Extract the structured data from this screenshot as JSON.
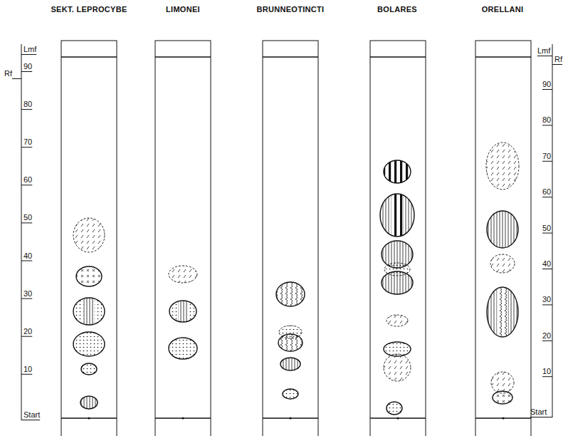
{
  "diagram": {
    "labels": [
      "SEKT. LEPROCYBE",
      "LIMONEI",
      "BRUNNEOTINCTI",
      "BOLARES",
      "ORELLANI",
      "Rf",
      "Lmf",
      "90",
      "80",
      "70",
      "60",
      "50",
      "40",
      "30",
      "20",
      "10",
      "Start",
      "Lmf",
      "Rf",
      "90",
      "80",
      "70",
      "60",
      "50",
      "40",
      "30",
      "20",
      "10",
      "Start"
    ]
  }
}
